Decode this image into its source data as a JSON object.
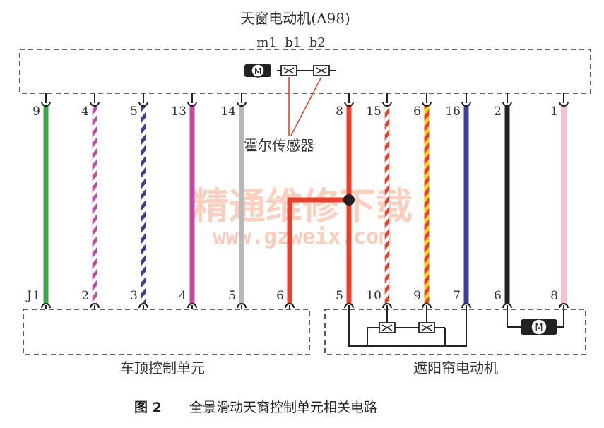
{
  "colors": {
    "green": "#3aa84a",
    "magenta": "#c04aa6",
    "navy": "#3d3d9a",
    "gray": "#b8b8b8",
    "red": "#e8402a",
    "yellow": "#f0d020",
    "black": "#222222",
    "pink": "#f3c4d0",
    "white": "#ffffff",
    "watermark": "#f6a989"
  },
  "labels": {
    "motor_title": "天窗电动机(A98)",
    "motor_pins": "m1  b1  b2",
    "hall_sensor": "霍尔传感器",
    "roof_unit_prefix": "J",
    "roof_unit": "车顶控制单元",
    "sunshade_motor": "遮阳帘电动机",
    "caption_fig": "图 2",
    "caption_text": "全景滑动天窗控制单元相关电路",
    "watermark_cn": "精通维修下载",
    "watermark_url": "www.gzweix.com",
    "motor_symbol": "M"
  },
  "wires": [
    {
      "top_pin": "9",
      "bottom_pin": "1",
      "primary": "green",
      "stripe": null
    },
    {
      "top_pin": "4",
      "bottom_pin": "2",
      "primary": "white",
      "stripe": "magenta"
    },
    {
      "top_pin": "5",
      "bottom_pin": "3",
      "primary": "white",
      "stripe": "navy"
    },
    {
      "top_pin": "13",
      "bottom_pin": "4",
      "primary": "magenta",
      "stripe": null
    },
    {
      "top_pin": "14",
      "bottom_pin": "5",
      "primary": "gray",
      "stripe": null
    },
    {
      "top_pin": "",
      "bottom_pin": "6",
      "primary": "red",
      "stripe": null
    },
    {
      "top_pin": "8",
      "bottom_pin": "5",
      "primary": "red",
      "stripe": null
    },
    {
      "top_pin": "15",
      "bottom_pin": "10",
      "primary": "white",
      "stripe": "red"
    },
    {
      "top_pin": "6",
      "bottom_pin": "9",
      "primary": "red",
      "stripe": "yellow"
    },
    {
      "top_pin": "16",
      "bottom_pin": "7",
      "primary": "navy",
      "stripe": null
    },
    {
      "top_pin": "2",
      "bottom_pin": "6",
      "primary": "black",
      "stripe": null
    },
    {
      "top_pin": "1",
      "bottom_pin": "8",
      "primary": "pink",
      "stripe": null
    }
  ],
  "icons": [
    "motor-icon",
    "hall-sensor-icon",
    "connector-icon",
    "splice-dot-icon"
  ]
}
